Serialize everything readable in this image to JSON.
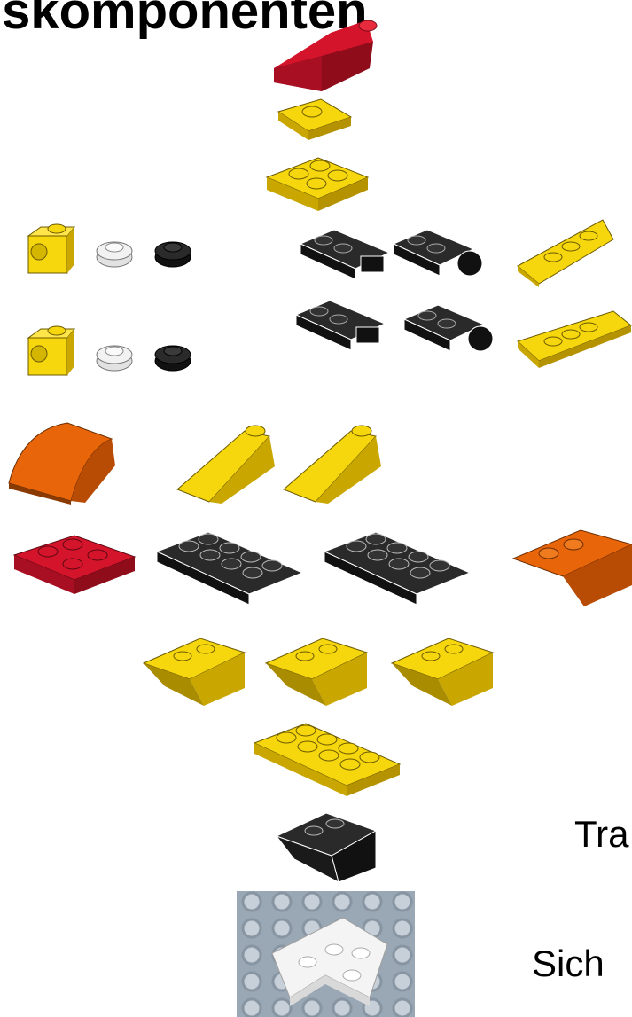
{
  "title": "iskomponenten",
  "labels": {
    "label_1": "Tra",
    "label_2": "Sich"
  },
  "colors": {
    "red": "#d4142a",
    "yellow": "#f6d60c",
    "black": "#1f1f1f",
    "white": "#f2f2f2",
    "orange": "#e8650a"
  }
}
